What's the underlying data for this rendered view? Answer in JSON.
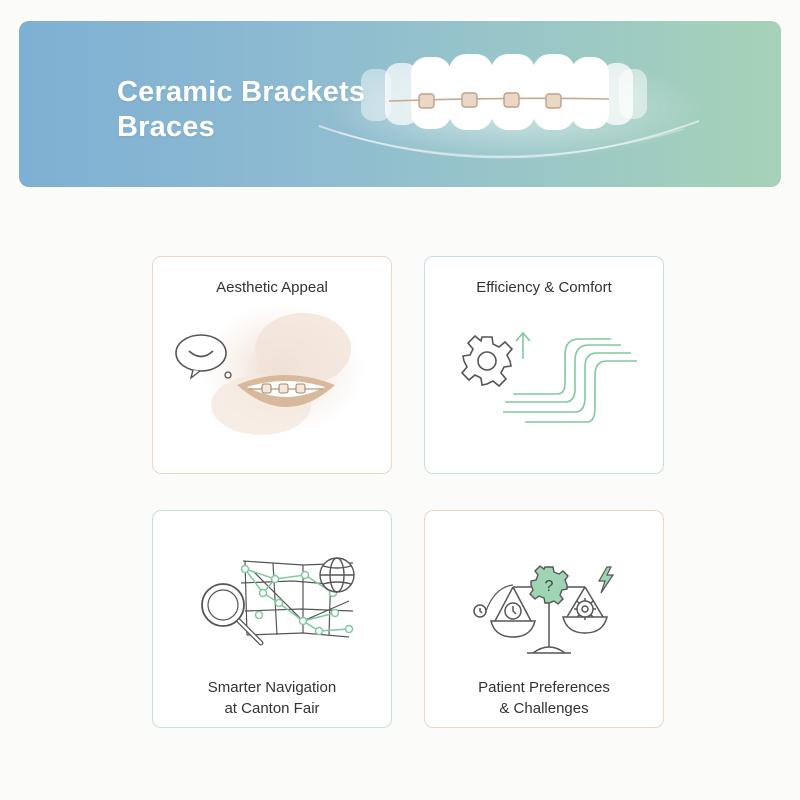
{
  "banner": {
    "title_line1": "Ceramic Brackets",
    "title_line2": "Braces",
    "colors": {
      "gradient_start": "#7eb0d3",
      "gradient_end": "#a6d2b8"
    },
    "icon": "teeth-with-ceramic-brackets"
  },
  "cards": [
    {
      "title": "Aesthetic Appeal",
      "icon": "smile-with-brackets-icon",
      "border": "#ead7c5"
    },
    {
      "title": "Efficiency & Comfort",
      "icon": "gear-and-flow-icon",
      "border": "#c6e0d8"
    },
    {
      "title_line1": "Smarter Navigation",
      "title_line2": "at Canton Fair",
      "icon": "map-search-globe-icon",
      "border": "#c6e0d8"
    },
    {
      "title_line1": "Patient Preferences",
      "title_line2": "& Challenges",
      "icon": "balance-scale-icon",
      "border": "#ead7c5"
    }
  ],
  "accent_colors": {
    "warm": "#d9b99b",
    "green": "#7fc99d",
    "line": "#555555"
  }
}
